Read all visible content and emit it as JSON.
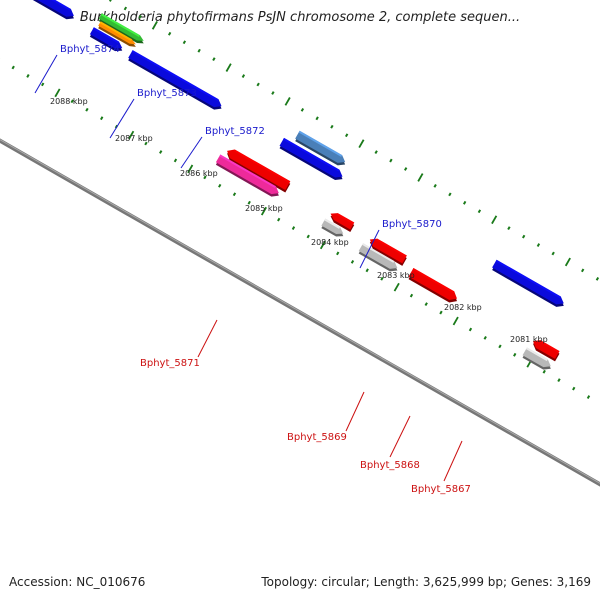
{
  "title": "Burkholderia phytofirmans PsJN chromosome 2, complete sequen...",
  "footer": {
    "accession": "Accession: NC_010676",
    "summary": "Topology: circular; Length: 3,625,999 bp; Genes: 3,169"
  },
  "scale_labels": [
    "2088 kbp",
    "2087 kbp",
    "2086 kbp",
    "2085 kbp",
    "2084 kbp",
    "2083 kbp",
    "2082 kbp",
    "2081 kbp"
  ],
  "gene_labels": [
    {
      "text": "Bphyt_5874",
      "color": "#1a1acc"
    },
    {
      "text": "Bphyt_5873",
      "color": "#1a1acc"
    },
    {
      "text": "Bphyt_5872",
      "color": "#1a1acc"
    },
    {
      "text": "Bphyt_5870",
      "color": "#1a1acc"
    },
    {
      "text": "Bphyt_5871",
      "color": "#cc1111"
    },
    {
      "text": "Bphyt_5869",
      "color": "#cc1111"
    },
    {
      "text": "Bphyt_5868",
      "color": "#cc1111"
    },
    {
      "text": "Bphyt_5867",
      "color": "#cc1111"
    }
  ],
  "colors": {
    "blue": "#0a0adc",
    "red": "#ee0000",
    "green": "#33bb33",
    "orange": "#ff8c00",
    "steelblue": "#4a7fb8",
    "pink": "#ee2a9a",
    "gray": "#b8b8b8",
    "backbone": "#777777",
    "ticks": "#1a7a1a"
  }
}
